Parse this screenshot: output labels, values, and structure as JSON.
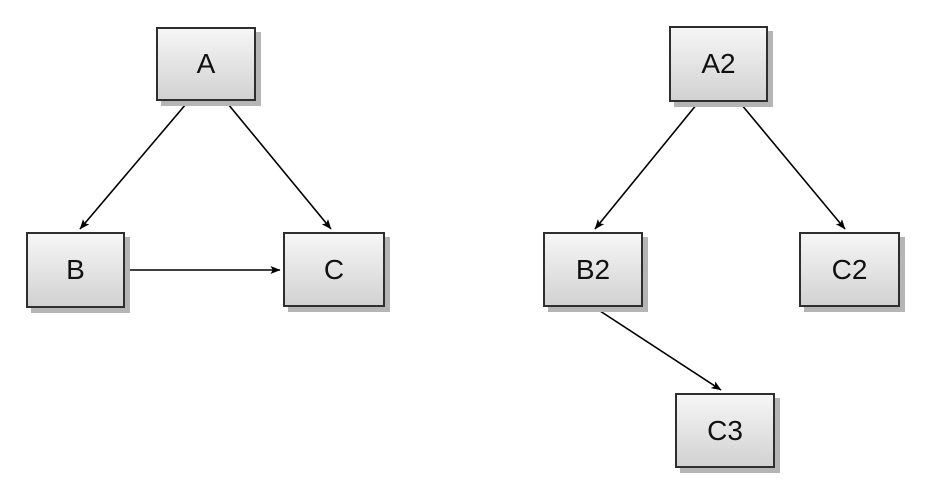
{
  "background_color": "#ffffff",
  "styles": {
    "node_border_color": "#2e2e2e",
    "node_fill_top": "#f6f6f6",
    "node_fill_bottom": "#d2d2d2",
    "node_shadow_color": "#b5b5b5",
    "edge_color": "#000000",
    "label_color": "#111111"
  },
  "diagrams": [
    {
      "id": "left-graph",
      "nodes": [
        {
          "id": "A",
          "label": "A"
        },
        {
          "id": "B",
          "label": "B"
        },
        {
          "id": "C",
          "label": "C"
        }
      ],
      "edges": [
        {
          "from": "A",
          "to": "B"
        },
        {
          "from": "A",
          "to": "C"
        },
        {
          "from": "B",
          "to": "C"
        }
      ]
    },
    {
      "id": "right-graph",
      "nodes": [
        {
          "id": "A2",
          "label": "A2"
        },
        {
          "id": "B2",
          "label": "B2"
        },
        {
          "id": "C2",
          "label": "C2"
        },
        {
          "id": "C3",
          "label": "C3"
        }
      ],
      "edges": [
        {
          "from": "A2",
          "to": "B2"
        },
        {
          "from": "A2",
          "to": "C2"
        },
        {
          "from": "B2",
          "to": "C3"
        }
      ]
    }
  ]
}
